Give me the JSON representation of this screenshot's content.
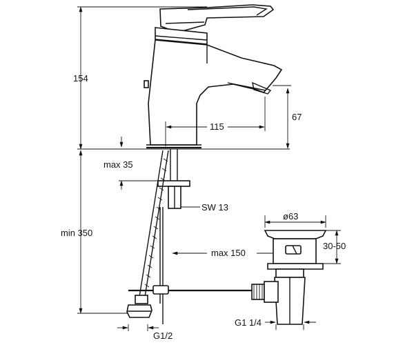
{
  "dimensions": {
    "height_total": "154",
    "spout_reach": "115",
    "spout_height": "67",
    "max_thickness": "max 35",
    "wrench_size": "SW 13",
    "drain_diameter": "ø63",
    "drain_adjust": "30-50",
    "min_length": "min 350",
    "max_length": "max 150",
    "drain_thread": "G1 1/4",
    "hose_thread": "G1/2"
  }
}
